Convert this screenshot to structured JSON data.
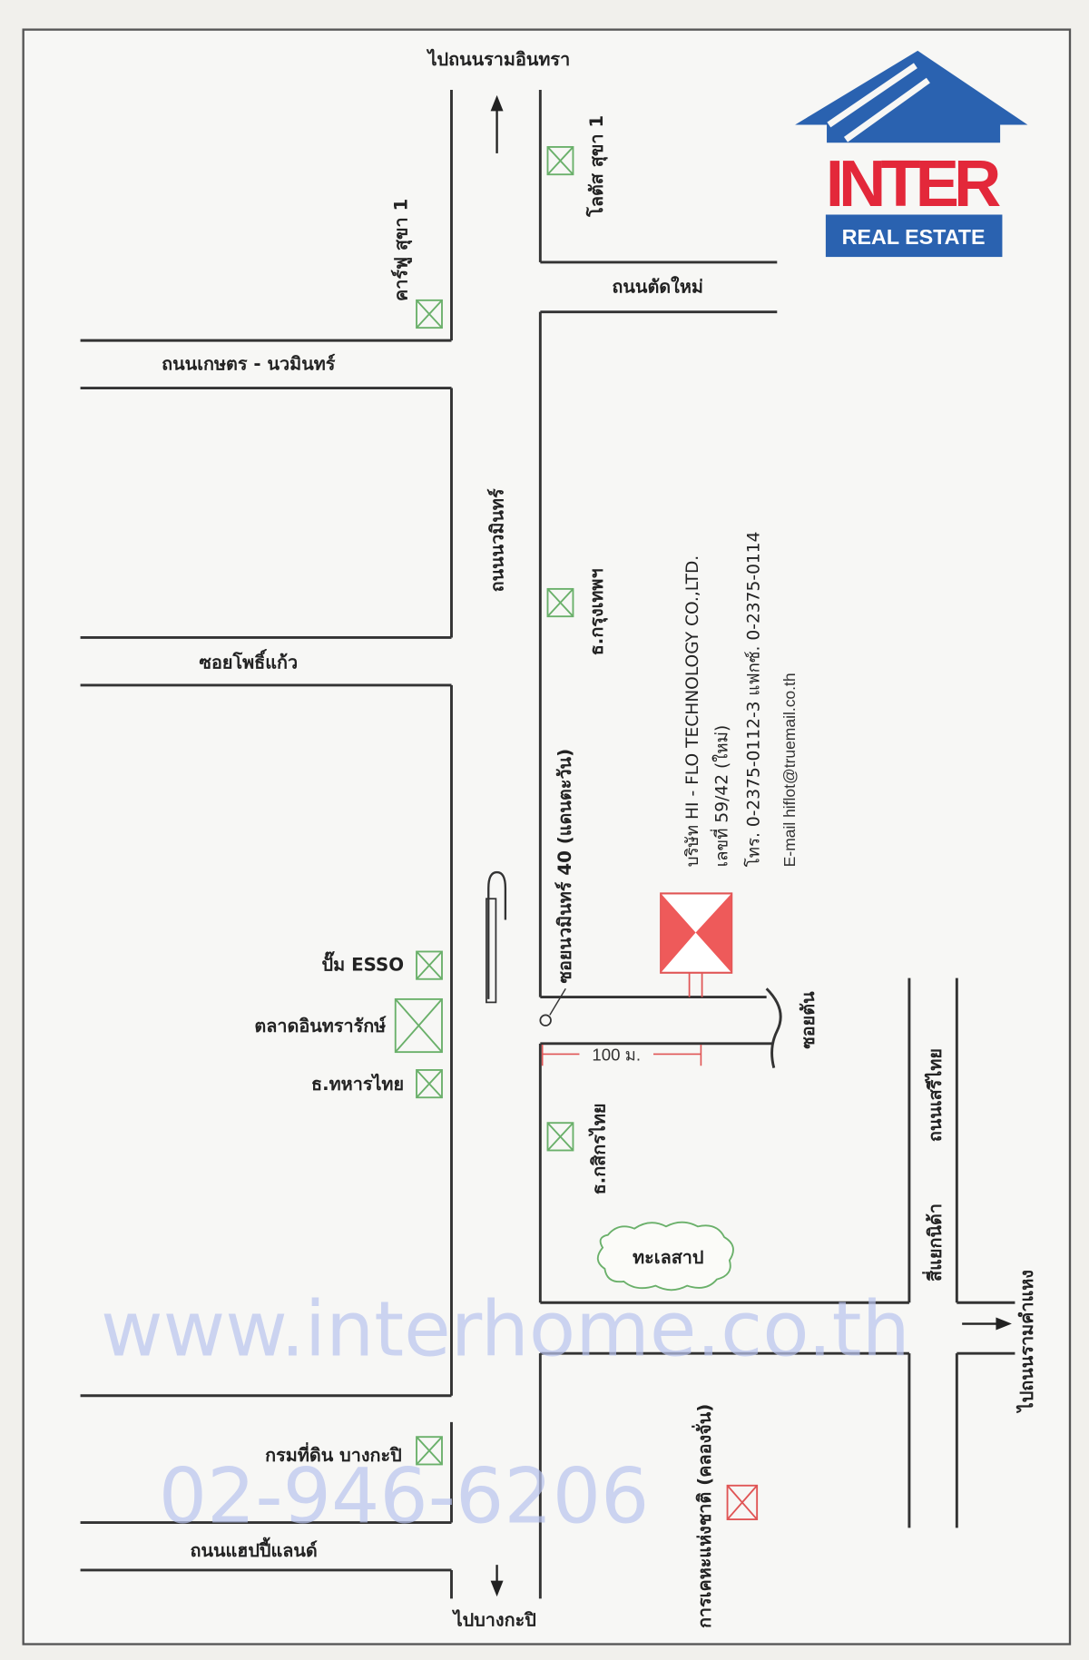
{
  "logo": {
    "brand": "INTER",
    "sub": "REAL ESTATE",
    "colors": {
      "blue": "#2a62b0",
      "red": "#e3283a"
    }
  },
  "labels": {
    "to_ram_intra": "ไปถนนรามอินทรา",
    "carrefour": "คาร์ฟู สุขา 1",
    "lotus": "โลตัส สุขา 1",
    "tat_mai": "ถนนตัดใหม่",
    "kaset_nawamin": "ถนนเกษตร - นวมินทร์",
    "nawamin": "ถนนนวมินทร์",
    "bangkok_bank": "ธ.กรุงเทพฯ",
    "soi_pho_kaew": "ซอยโพธิ์แก้ว",
    "soi_nawamin_40": "ซอยนวมินทร์ 40 (แดนตะวัน)",
    "esso": "ปั๊ม ESSO",
    "market": "ตลาดอินทรารักษ์",
    "tmb": "ธ.ทหารไทย",
    "soi_tan": "ซอยตัน",
    "distance": "100 ม.",
    "kasikorn": "ธ.กสิกรไทย",
    "lake": "ทะเลสาป",
    "seri_thai": "ถนนเสรีไทย",
    "nida": "สี่แยกนิด้า",
    "to_ramkhamhaeng": "ไปถนนรามคำแหง",
    "land_dept": "กรมที่ดิน บางกะปิ",
    "housing": "การเคหะแห่งชาติ (คลองจั่น)",
    "happy_land": "ถนนแฮปปี้แลนด์",
    "to_bangkapi": "ไปบางกะปิ"
  },
  "company": {
    "name": "บริษัท HI - FLO TECHNOLOGY CO.,LTD.",
    "address": "เลขที่ 59/42   (ใหม่)",
    "phone": "โทร. 0-2375-0112-3  แฟกซ์. 0-2375-0114",
    "email": "E-mail hiflot@truemail.co.th"
  },
  "watermark": {
    "url": "www.interhome.co.th",
    "phone": "02-946-6206"
  }
}
